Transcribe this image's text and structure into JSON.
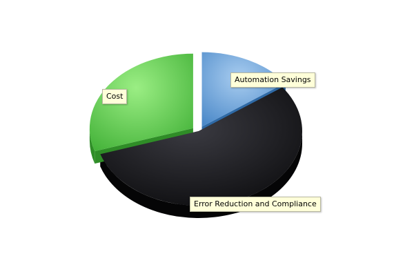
{
  "chart_data": {
    "type": "pie",
    "title": "",
    "series": [
      {
        "label": "Automation Savings",
        "value": 15,
        "color": "#5b9bd5",
        "exploded": true
      },
      {
        "label": "Error Reduction and Compliance",
        "value": 55,
        "color": "#1e1e22",
        "exploded": false
      },
      {
        "label": "Cost",
        "value": 30,
        "color": "#5fcf4f",
        "exploded": true
      }
    ],
    "style": "3d-tilted",
    "legend": "none"
  }
}
